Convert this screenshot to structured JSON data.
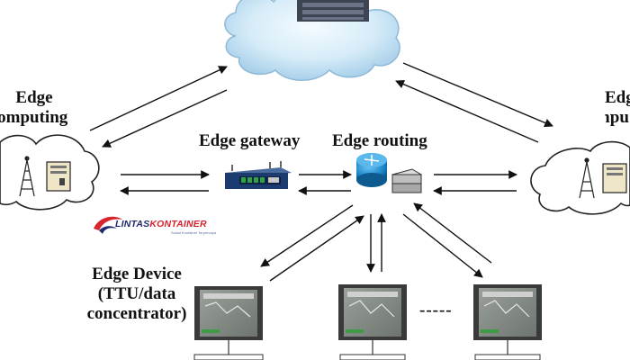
{
  "labels": {
    "edge_computing_left_line1": "Edge",
    "edge_computing_left_line2": "computing",
    "edge_computing_right_line1": "Edg",
    "edge_computing_right_line2": "compu",
    "edge_gateway": "Edge gateway",
    "edge_routing": "Edge routing",
    "edge_device_line1": "Edge Device",
    "edge_device_line2": "(TTU/data",
    "edge_device_line3": "concentrator)",
    "ellipsis": "-----"
  },
  "logo": {
    "brand_part1": "LINTAS",
    "brand_part2": "KONTAINER",
    "tagline": "Solusi Kontainer Terpercaya",
    "colors": {
      "red": "#d9232d",
      "navy": "#1f2a6e"
    }
  },
  "colors": {
    "cloud_fill": "#d6ecf8",
    "cloud_stroke": "#8fb9d6",
    "router_blue": "#1a86c8",
    "gateway_body": "#1c3b6e",
    "gateway_ports": "#2fa34a",
    "monitor_frame": "#3a3a3a"
  }
}
